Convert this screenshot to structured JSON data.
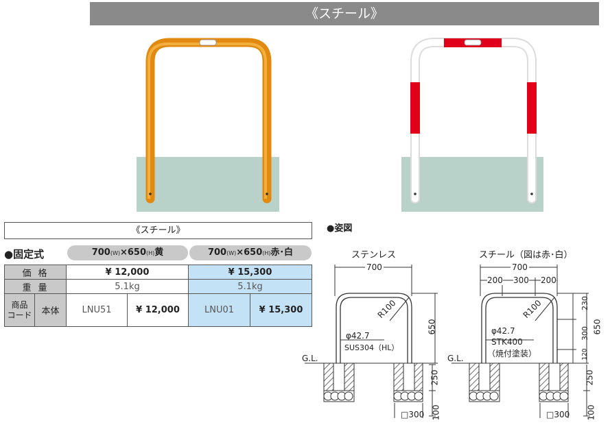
{
  "header": {
    "title": "《スチール》"
  },
  "colors": {
    "header_bg": "#8a8a8a",
    "yellow": "#f0a020",
    "red": "#e0001a",
    "ground": "#b8d2c9",
    "blue_cell": "#c4e2f6",
    "gray_cell": "#c9c9c9"
  },
  "section": {
    "title": "《スチール》"
  },
  "fixed_type": {
    "label": "●固定式"
  },
  "variants": [
    {
      "size": "700",
      "w": "(W)",
      "x": "×",
      "height": "650",
      "h": "(H)",
      "color": "黄"
    },
    {
      "size": "700",
      "w": "(W)",
      "x": "×",
      "height": "650",
      "h": "(H)",
      "color": "赤･白"
    }
  ],
  "table": {
    "price_label": "価格",
    "weight_label": "重量",
    "code_label_1": "商品",
    "code_label_2": "コード",
    "body_label": "本体",
    "prices": [
      "¥ 12,000",
      "¥ 15,300"
    ],
    "weights": [
      "5.1kg",
      "5.1kg"
    ],
    "codes": [
      "LNU51",
      "LNU01"
    ],
    "code_prices": [
      "¥ 12,000",
      "¥ 15,300"
    ]
  },
  "figure": {
    "title": "●姿図",
    "left": {
      "caption": "ステンレス",
      "width": "700",
      "radius": "R100",
      "diameter": "φ42.7",
      "material": "SUS304（HL）",
      "gl": "G.L.",
      "height": "650",
      "embed": "250",
      "base": "100",
      "footing": "□300"
    },
    "right": {
      "caption": "スチール（図は赤･白）",
      "width": "700",
      "seg1": "200",
      "seg2": "300",
      "seg3": "200",
      "radius": "R100",
      "diameter": "φ42.7",
      "material": "STK400",
      "finish": "（焼付塗装）",
      "gl": "G.L.",
      "height": "650",
      "band1": "230",
      "band2": "300",
      "band3": "120",
      "embed": "250",
      "base": "100",
      "footing": "□300"
    }
  }
}
